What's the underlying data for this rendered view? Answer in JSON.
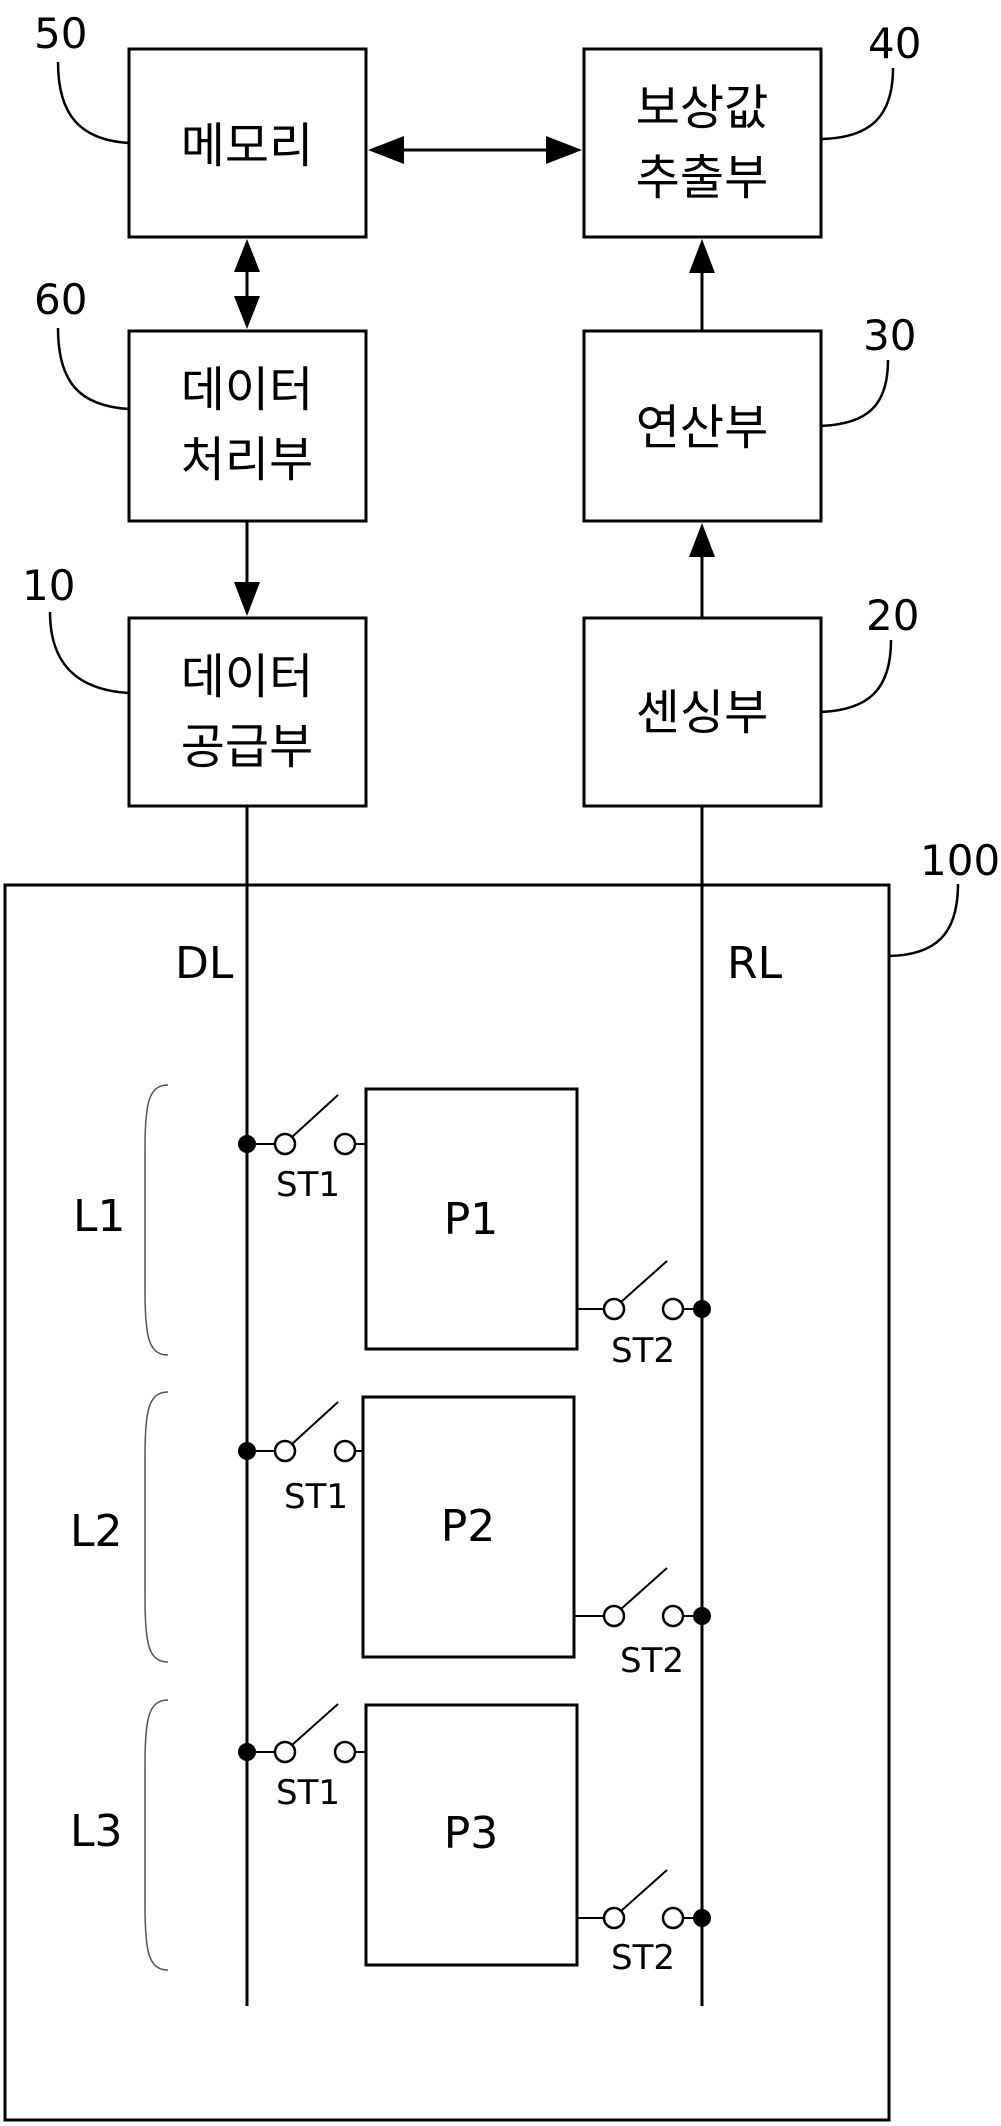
{
  "blocks": {
    "memory": {
      "ref": "50",
      "line1": "메모리"
    },
    "compensation": {
      "ref": "40",
      "line1": "보상값",
      "line2": "추출부"
    },
    "data_processing": {
      "ref": "60",
      "line1": "데이터",
      "line2": "처리부"
    },
    "operation": {
      "ref": "30",
      "line1": "연산부"
    },
    "data_supply": {
      "ref": "10",
      "line1": "데이터",
      "line2": "공급부"
    },
    "sensing": {
      "ref": "20",
      "line1": "센싱부"
    }
  },
  "panel": {
    "ref": "100",
    "data_line": "DL",
    "reference_line": "RL",
    "rows": [
      {
        "line": "L1",
        "pixel": "P1",
        "switch1": "ST1",
        "switch2": "ST2"
      },
      {
        "line": "L2",
        "pixel": "P2",
        "switch1": "ST1",
        "switch2": "ST2"
      },
      {
        "line": "L3",
        "pixel": "P3",
        "switch1": "ST1",
        "switch2": "ST2"
      }
    ]
  }
}
